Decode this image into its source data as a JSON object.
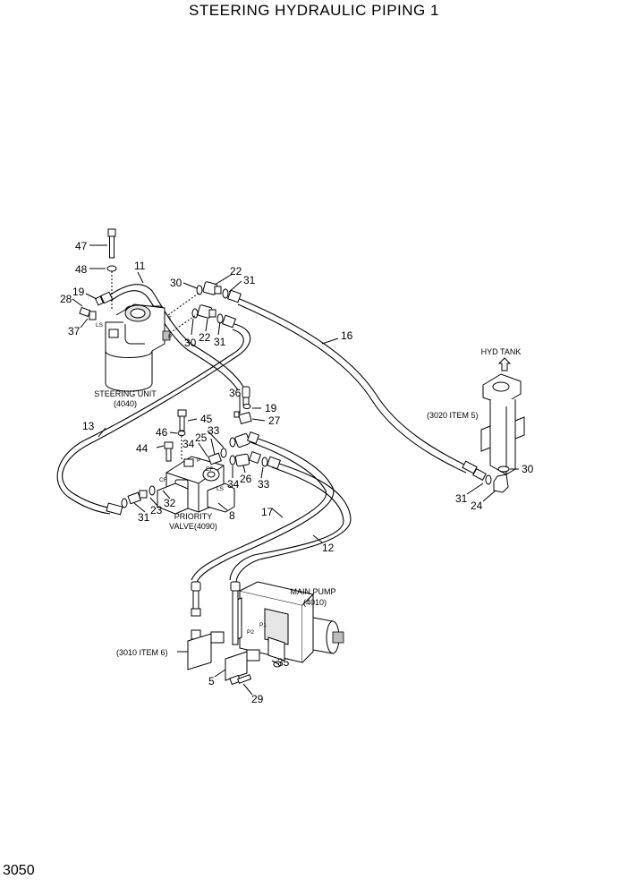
{
  "title": "STEERING HYDRAULIC PIPING 1",
  "page_number": "3050",
  "components": {
    "steering_unit": {
      "line1": "STEERING UNIT",
      "line2": "(4040)"
    },
    "priority_valve": {
      "line1": "PRIORITY",
      "line2": "VALVE(4090)"
    },
    "main_pump": {
      "line1": "MAIN PUMP",
      "line2": "(4010)"
    },
    "hyd_tank": {
      "line1": "HYD TANK"
    },
    "ref_tank": "(3020  ITEM 5)",
    "ref_block": "(3010 ITEM 6)"
  },
  "port_labels": {
    "t": "T",
    "p": "P",
    "ls_unit": "LS",
    "cf": "CF",
    "ef": "EF",
    "p_valve": "P",
    "ls_valve": "LS",
    "p2": "P2",
    "p1": "P1"
  },
  "callouts": {
    "c47": "47",
    "c48": "48",
    "c11": "11",
    "c28": "28",
    "c19a": "19",
    "c37": "37",
    "c30a": "30",
    "c22a": "22",
    "c31a": "31",
    "c30b": "30",
    "c22b": "22",
    "c31b": "31",
    "c16": "16",
    "c36": "36",
    "c19b": "19",
    "c27": "27",
    "c46": "46",
    "c45": "45",
    "c44": "44",
    "c33a": "33",
    "c25": "25",
    "c34a": "34",
    "c34b": "34",
    "c26": "26",
    "c33b": "33",
    "c13": "13",
    "c31c": "31",
    "c23": "23",
    "c32": "32",
    "c8": "8",
    "c17": "17",
    "c12": "12",
    "c30c": "30",
    "c31d": "31",
    "c24": "24",
    "c35": "35",
    "c5": "5",
    "c29": "29"
  }
}
